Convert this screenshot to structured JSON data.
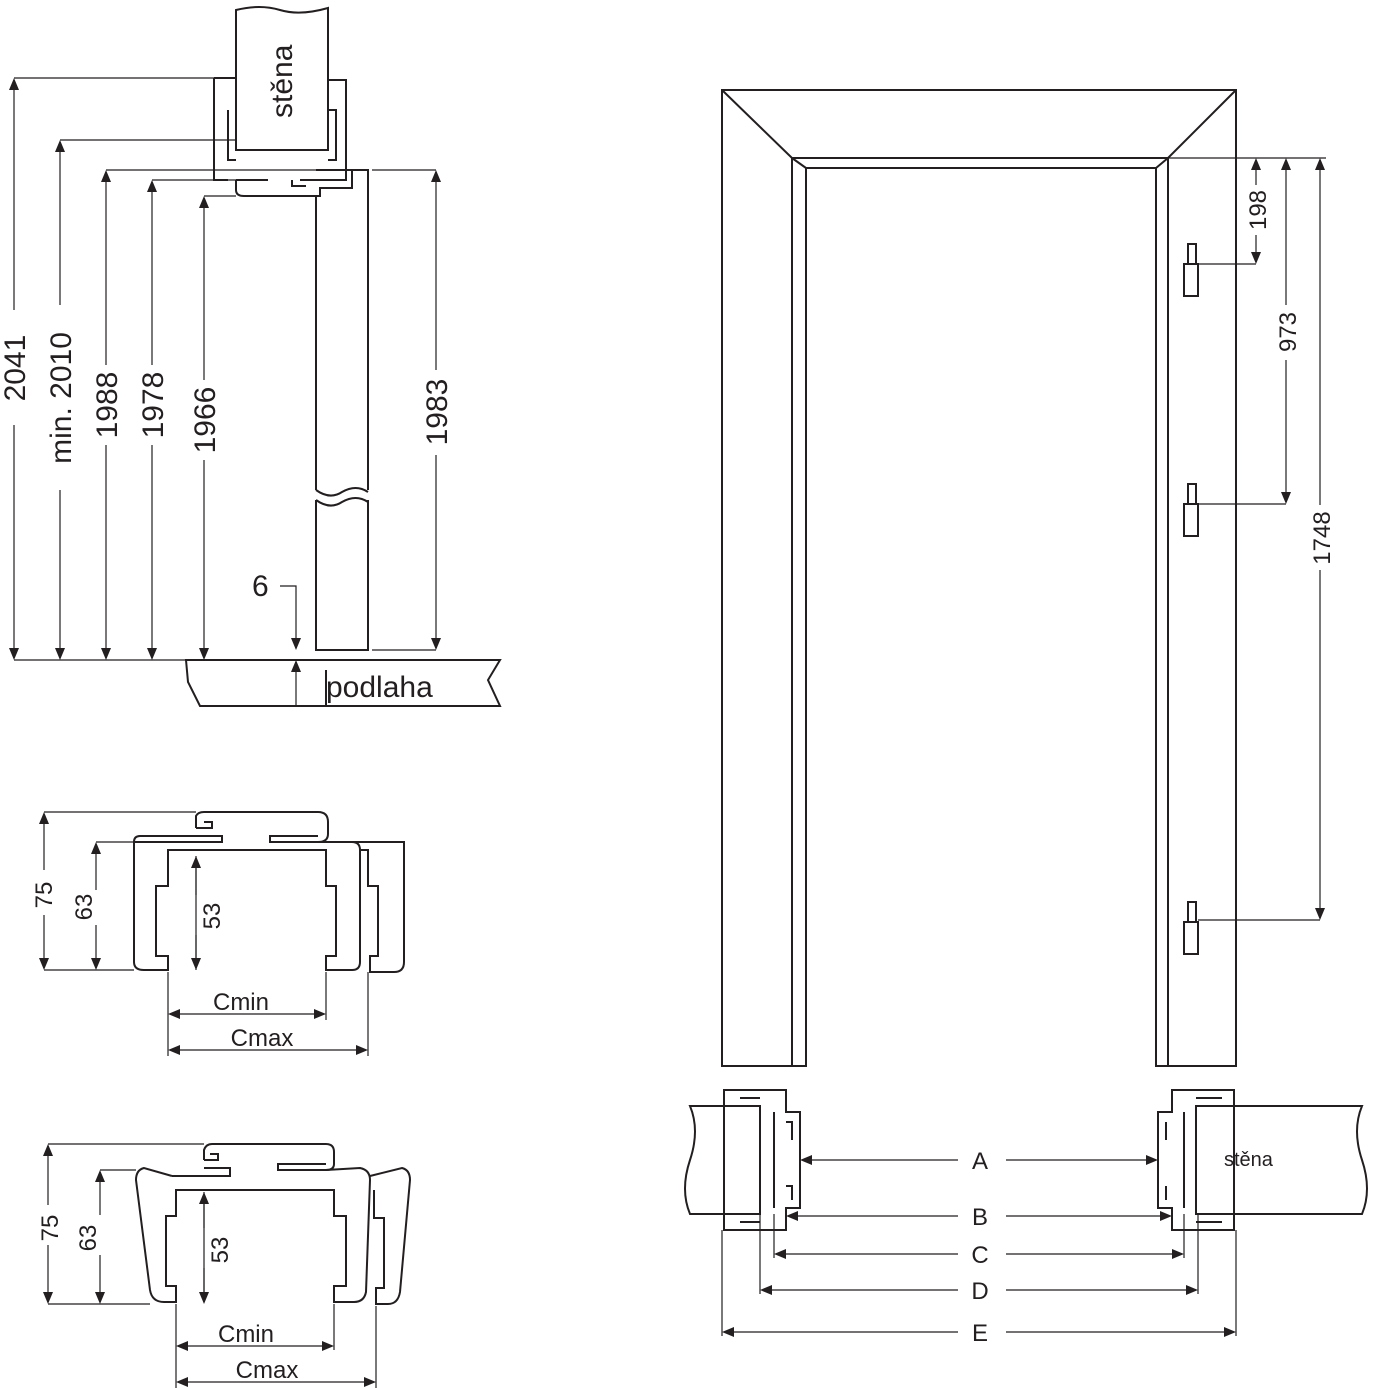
{
  "labels": {
    "wall": "stěna",
    "floor": "podlaha",
    "wall_plan": "stěna"
  },
  "side_section": {
    "dims": [
      "2041",
      "min. 2010",
      "1988",
      "1978",
      "1966",
      "1983",
      "6"
    ]
  },
  "profile_1": {
    "dims": [
      "75",
      "63",
      "53"
    ],
    "widths": [
      "Cmin",
      "Cmax"
    ]
  },
  "profile_2": {
    "dims": [
      "75",
      "63",
      "53"
    ],
    "widths": [
      "Cmin",
      "Cmax"
    ]
  },
  "hinges": {
    "dims": [
      "198",
      "973",
      "1748"
    ]
  },
  "plan": {
    "dims": [
      "A",
      "B",
      "C",
      "D",
      "E"
    ]
  }
}
